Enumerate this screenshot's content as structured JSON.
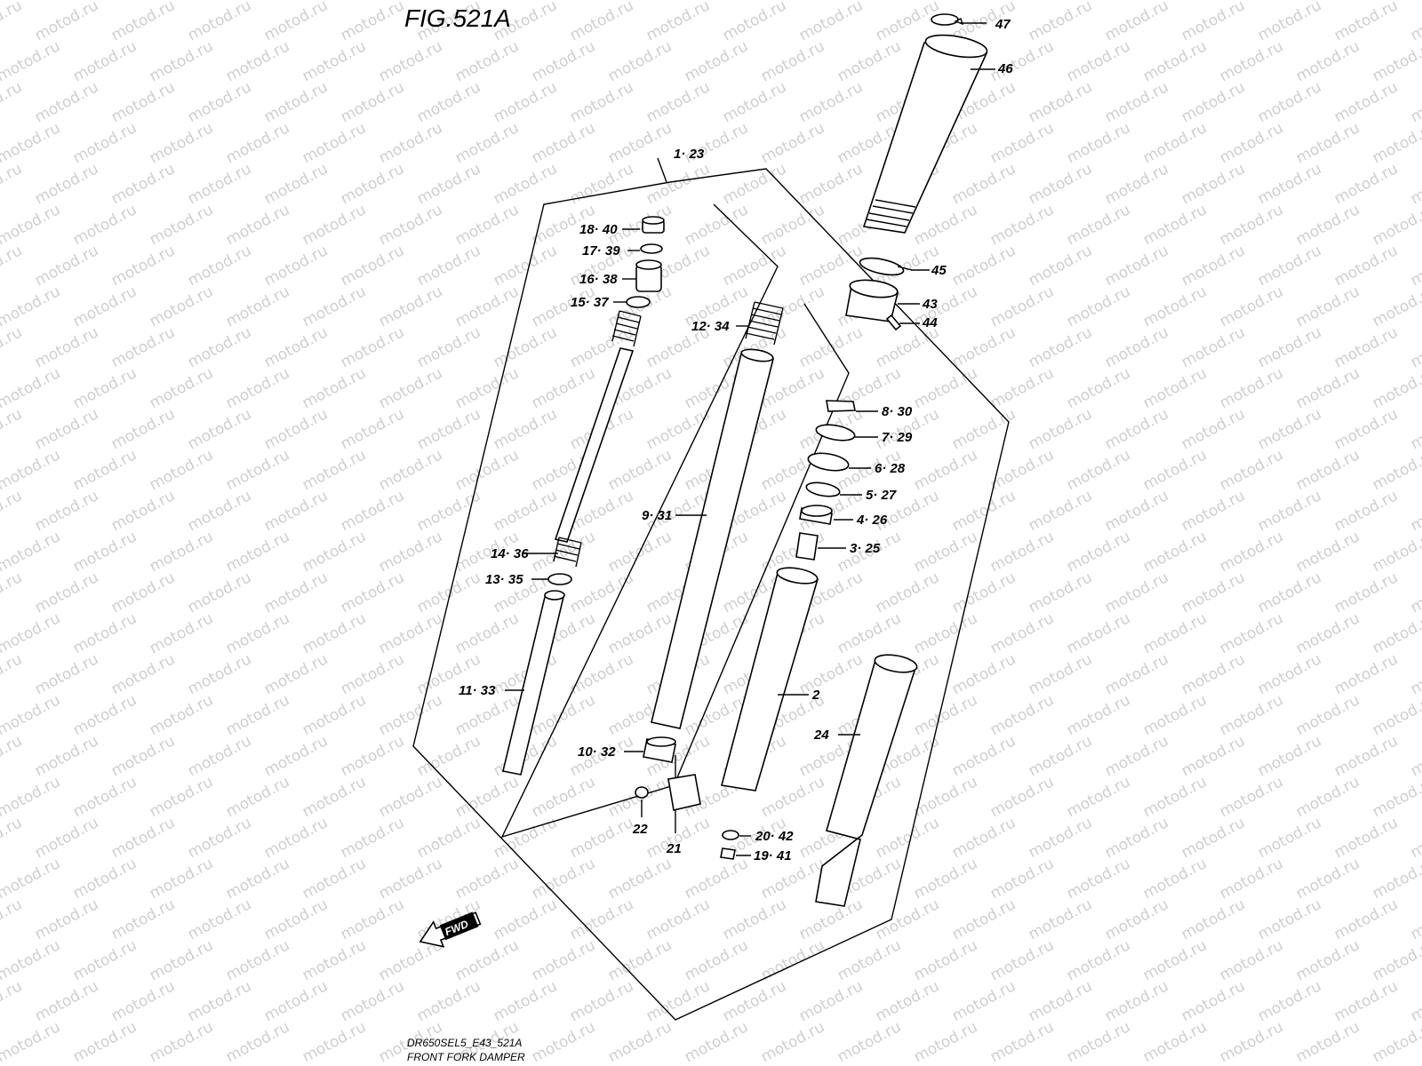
{
  "title": "FIG.521A",
  "watermark": "motod.ru",
  "footer": {
    "code": "DR650SEL5_E43_521A",
    "caption": "FRONT FORK DAMPER"
  },
  "fwd_arrow": "FWD",
  "labels": {
    "group_main": "1· 23",
    "p47": "47",
    "p46": "46",
    "p45": "45",
    "p43": "43",
    "p44": "44",
    "p18": "18· 40",
    "p17": "17· 39",
    "p16": "16· 38",
    "p15": "15· 37",
    "p12": "12· 34",
    "p8": "8· 30",
    "p7": "7· 29",
    "p6": "6· 28",
    "p5": "5· 27",
    "p4": "4· 26",
    "p3": "3· 25",
    "p9": "9· 31",
    "p14": "14· 36",
    "p13": "13· 35",
    "p11": "11· 33",
    "p2": "2",
    "p24": "24",
    "p10": "10· 32",
    "p22": "22",
    "p21": "21",
    "p20": "20· 42",
    "p19": "19· 41"
  }
}
